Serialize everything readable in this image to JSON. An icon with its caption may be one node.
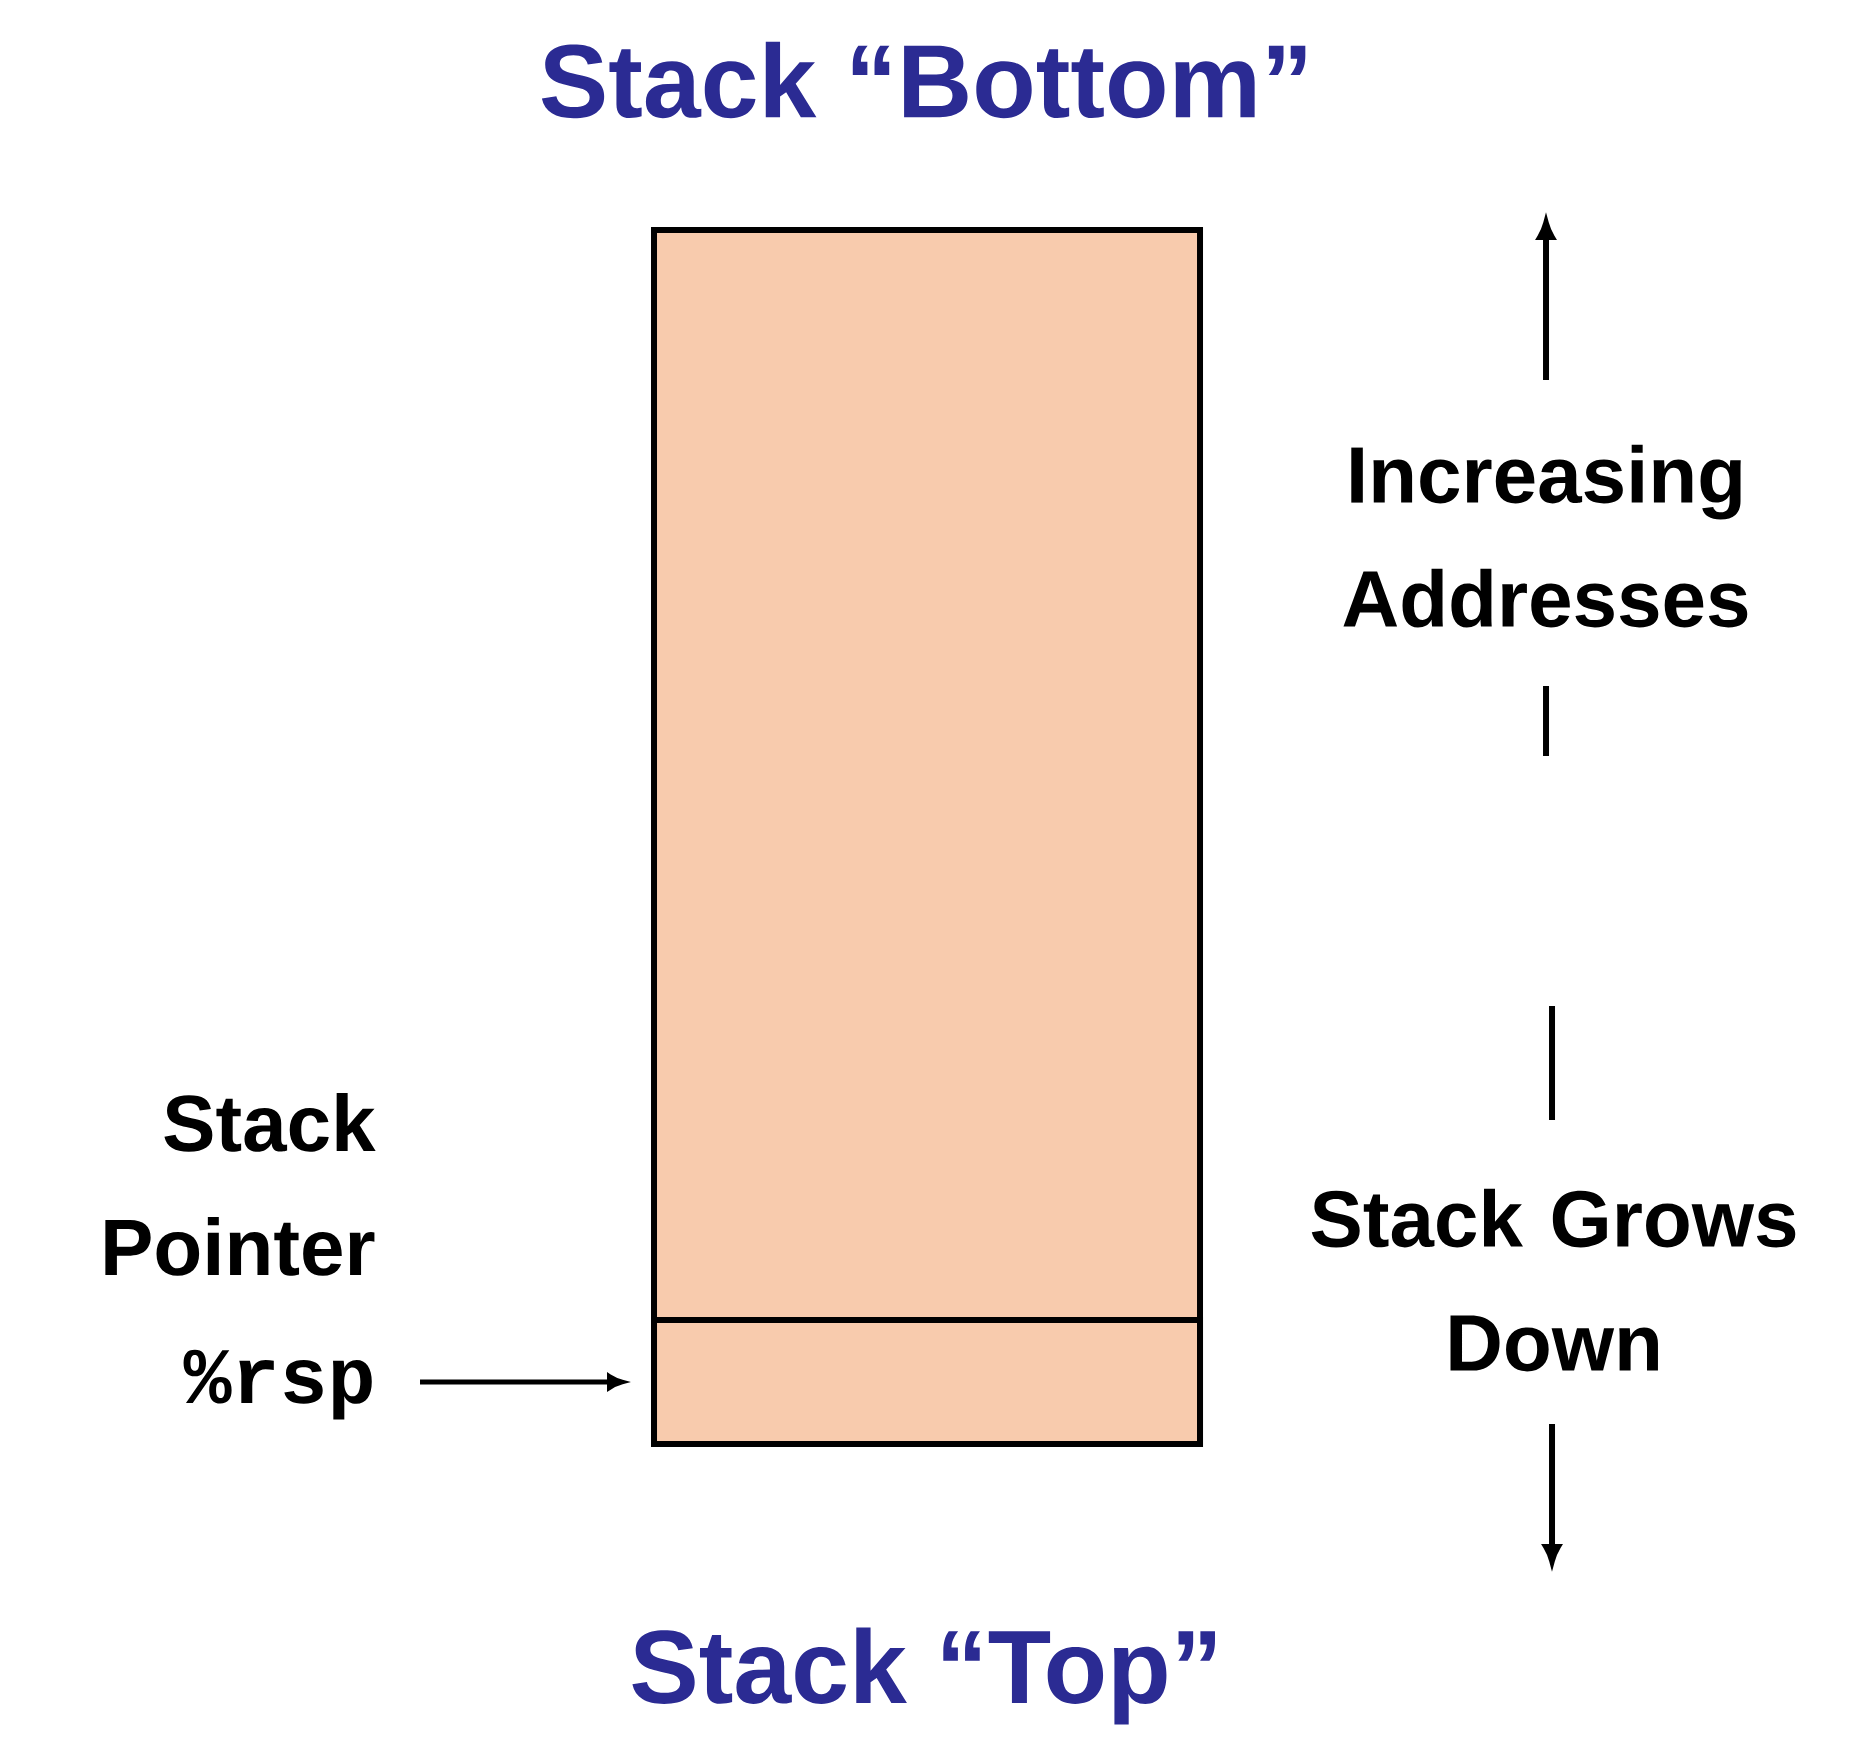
{
  "diagram": {
    "title": "Stack “Bottom”",
    "nodes": [
      {
        "text": [],
        "shape": "box"
      },
      {
        "text": [],
        "shape": "box",
        "in": 0
      },
      {
        "text": [
          "Stack Pointer",
          "%rsp"
        ]
      }
    ],
    "edges": [
      {
        "from": 2,
        "to": 1,
        "arrow": "to"
      }
    ],
    "labels": [
      "Increasing Addresses",
      "Stack Grows Down",
      "Stack “Top”"
    ]
  }
}
